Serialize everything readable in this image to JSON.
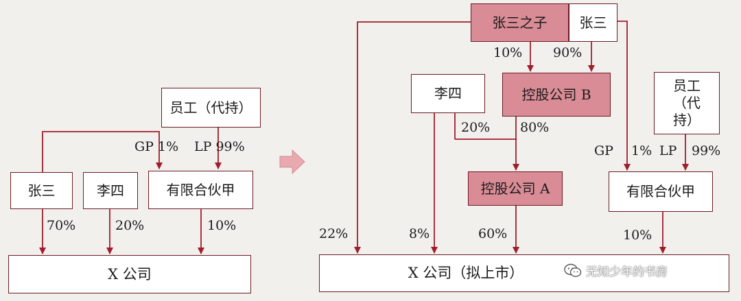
{
  "colors": {
    "line": "#a01e2c",
    "border": "#6b1a22",
    "highlight": "#d98c96",
    "background": "#f2f0ed"
  },
  "left_diagram": {
    "employee": "员工（代持）",
    "gp_label": "GP 1%",
    "lp_label": "LP 99%",
    "zhangsan": "张三",
    "lisi": "李四",
    "partnership": "有限合伙甲",
    "pct_zhangsan": "70%",
    "pct_lisi": "20%",
    "pct_partnership": "10%",
    "company": "X 公司"
  },
  "arrow_icon": "right-arrow-icon",
  "right_diagram": {
    "son": "张三之子",
    "zhangsan": "张三",
    "pct_son": "10%",
    "pct_zhangsan": "90%",
    "lisi": "李四",
    "holding_b": "控股公司 B",
    "employee": "员工（代持）",
    "pct_lisi_b": "20%",
    "pct_b_80": "80%",
    "gp_label": "GP",
    "gp_pct": "1%",
    "lp_label": "LP",
    "lp_pct": "99%",
    "holding_a": "控股公司 A",
    "partnership": "有限合伙甲",
    "pct_22": "22%",
    "pct_8": "8%",
    "pct_60": "60%",
    "pct_10": "10%",
    "company": "X 公司（拟上市）"
  },
  "watermark": {
    "icon": "wechat-icon",
    "text": "无知少年的书房"
  }
}
